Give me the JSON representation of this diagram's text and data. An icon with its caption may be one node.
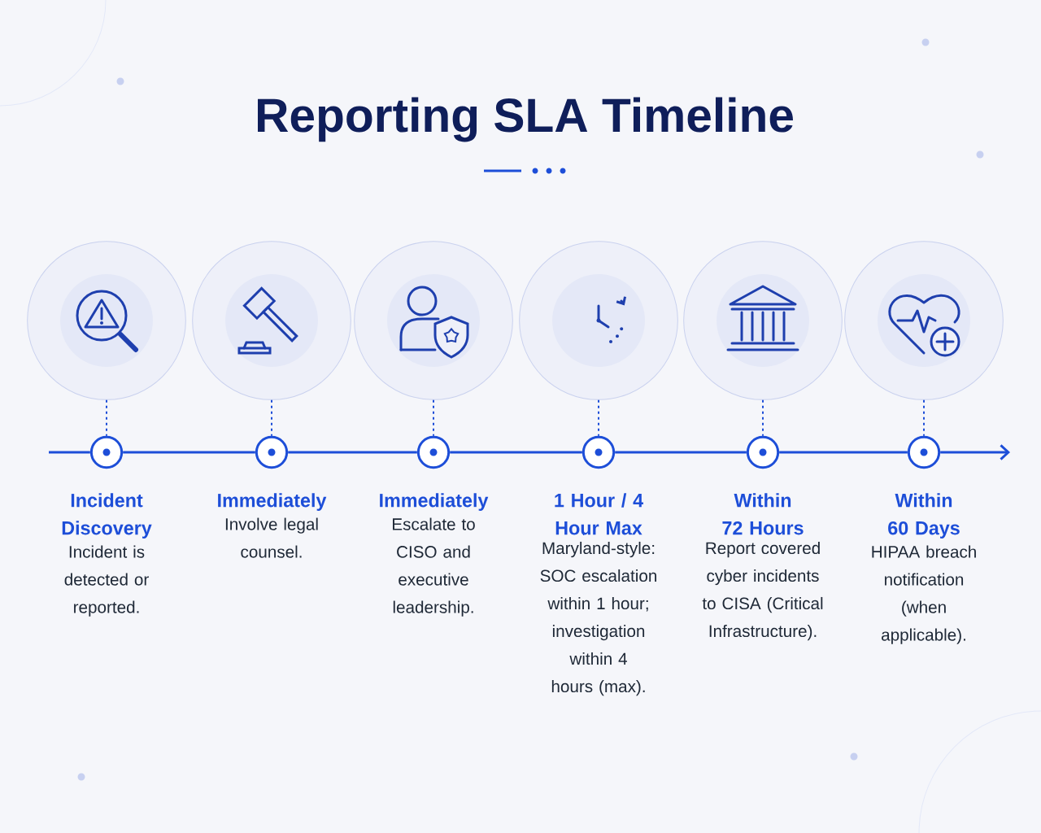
{
  "diagram": {
    "title": "Reporting SLA Timeline",
    "nodes": [
      {
        "text": [],
        "shape": "circle"
      },
      {
        "text": [],
        "shape": "circle"
      },
      {
        "text": [],
        "shape": "circle"
      },
      {
        "text": [],
        "shape": "circle"
      },
      {
        "text": [],
        "shape": "circle"
      },
      {
        "text": [],
        "shape": "circle"
      },
      {
        "text": [],
        "shape": "circle",
        "beside": [
          "Incident Discovery",
          "Incident is detected or reported."
        ]
      },
      {
        "text": [],
        "shape": "circle",
        "beside": [
          "Immediately",
          "Involve legal counsel."
        ]
      },
      {
        "text": [],
        "shape": "circle",
        "beside": [
          "Immediately",
          "Escalate to CISO and executive leadership."
        ]
      },
      {
        "text": [],
        "shape": "circle",
        "beside": [
          "1 Hour / 4 Hour Max",
          "Maryland-style: SOC escalation within 1 hour; investigation within 4 hours (max)."
        ]
      },
      {
        "text": [],
        "shape": "circle",
        "beside": [
          "Within 72 Hours",
          "Report covered cyber incidents to CISA (Critical Infrastructure)."
        ]
      },
      {
        "text": [],
        "shape": "circle",
        "beside": [
          "Within 60 Days",
          "HIPAA breach notification (when applicable)."
        ]
      }
    ],
    "edges": [
      {
        "from": 0,
        "to": 6,
        "arrow": "none",
        "style": "dashed"
      },
      {
        "from": 1,
        "to": 7,
        "arrow": "none",
        "style": "dashed"
      },
      {
        "from": 2,
        "to": 8,
        "arrow": "none",
        "style": "dashed"
      },
      {
        "from": 3,
        "to": 9,
        "arrow": "none",
        "style": "dashed"
      },
      {
        "from": 4,
        "to": 10,
        "arrow": "none",
        "style": "dashed"
      },
      {
        "from": 5,
        "to": 11,
        "arrow": "none",
        "style": "dashed"
      },
      {
        "from": null,
        "to": 6,
        "arrow": "none"
      },
      {
        "from": 6,
        "to": 7,
        "arrow": "none"
      },
      {
        "from": 7,
        "to": 8,
        "arrow": "none"
      },
      {
        "from": 8,
        "to": 9,
        "arrow": "none"
      },
      {
        "from": 9,
        "to": 10,
        "arrow": "none"
      },
      {
        "from": 10,
        "to": 11,
        "arrow": "none"
      },
      {
        "from": 11,
        "to": null,
        "arrow": "to"
      }
    ]
  }
}
